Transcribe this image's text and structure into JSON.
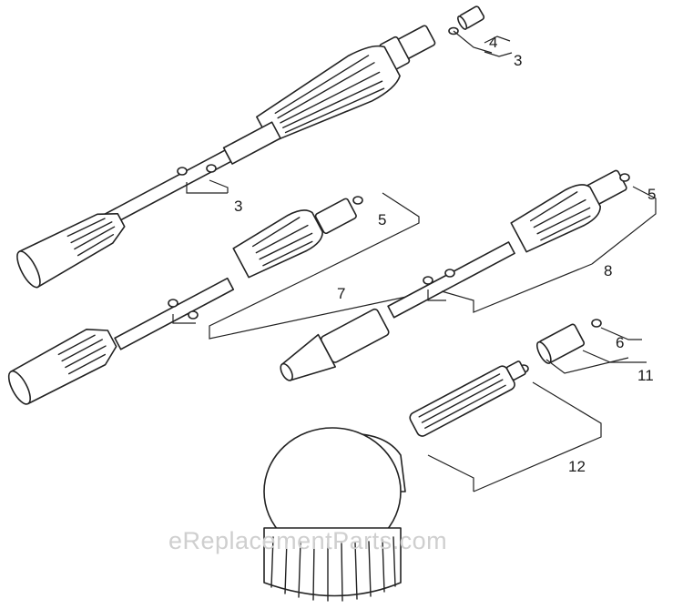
{
  "callouts": {
    "c4": "4",
    "c3_top": "3",
    "c3_mid": "3",
    "c5_a": "5",
    "c5_b": "5",
    "c7": "7",
    "c8": "8",
    "c6": "6",
    "c11": "11",
    "c12": "12"
  },
  "watermark": "eReplacementParts.com"
}
